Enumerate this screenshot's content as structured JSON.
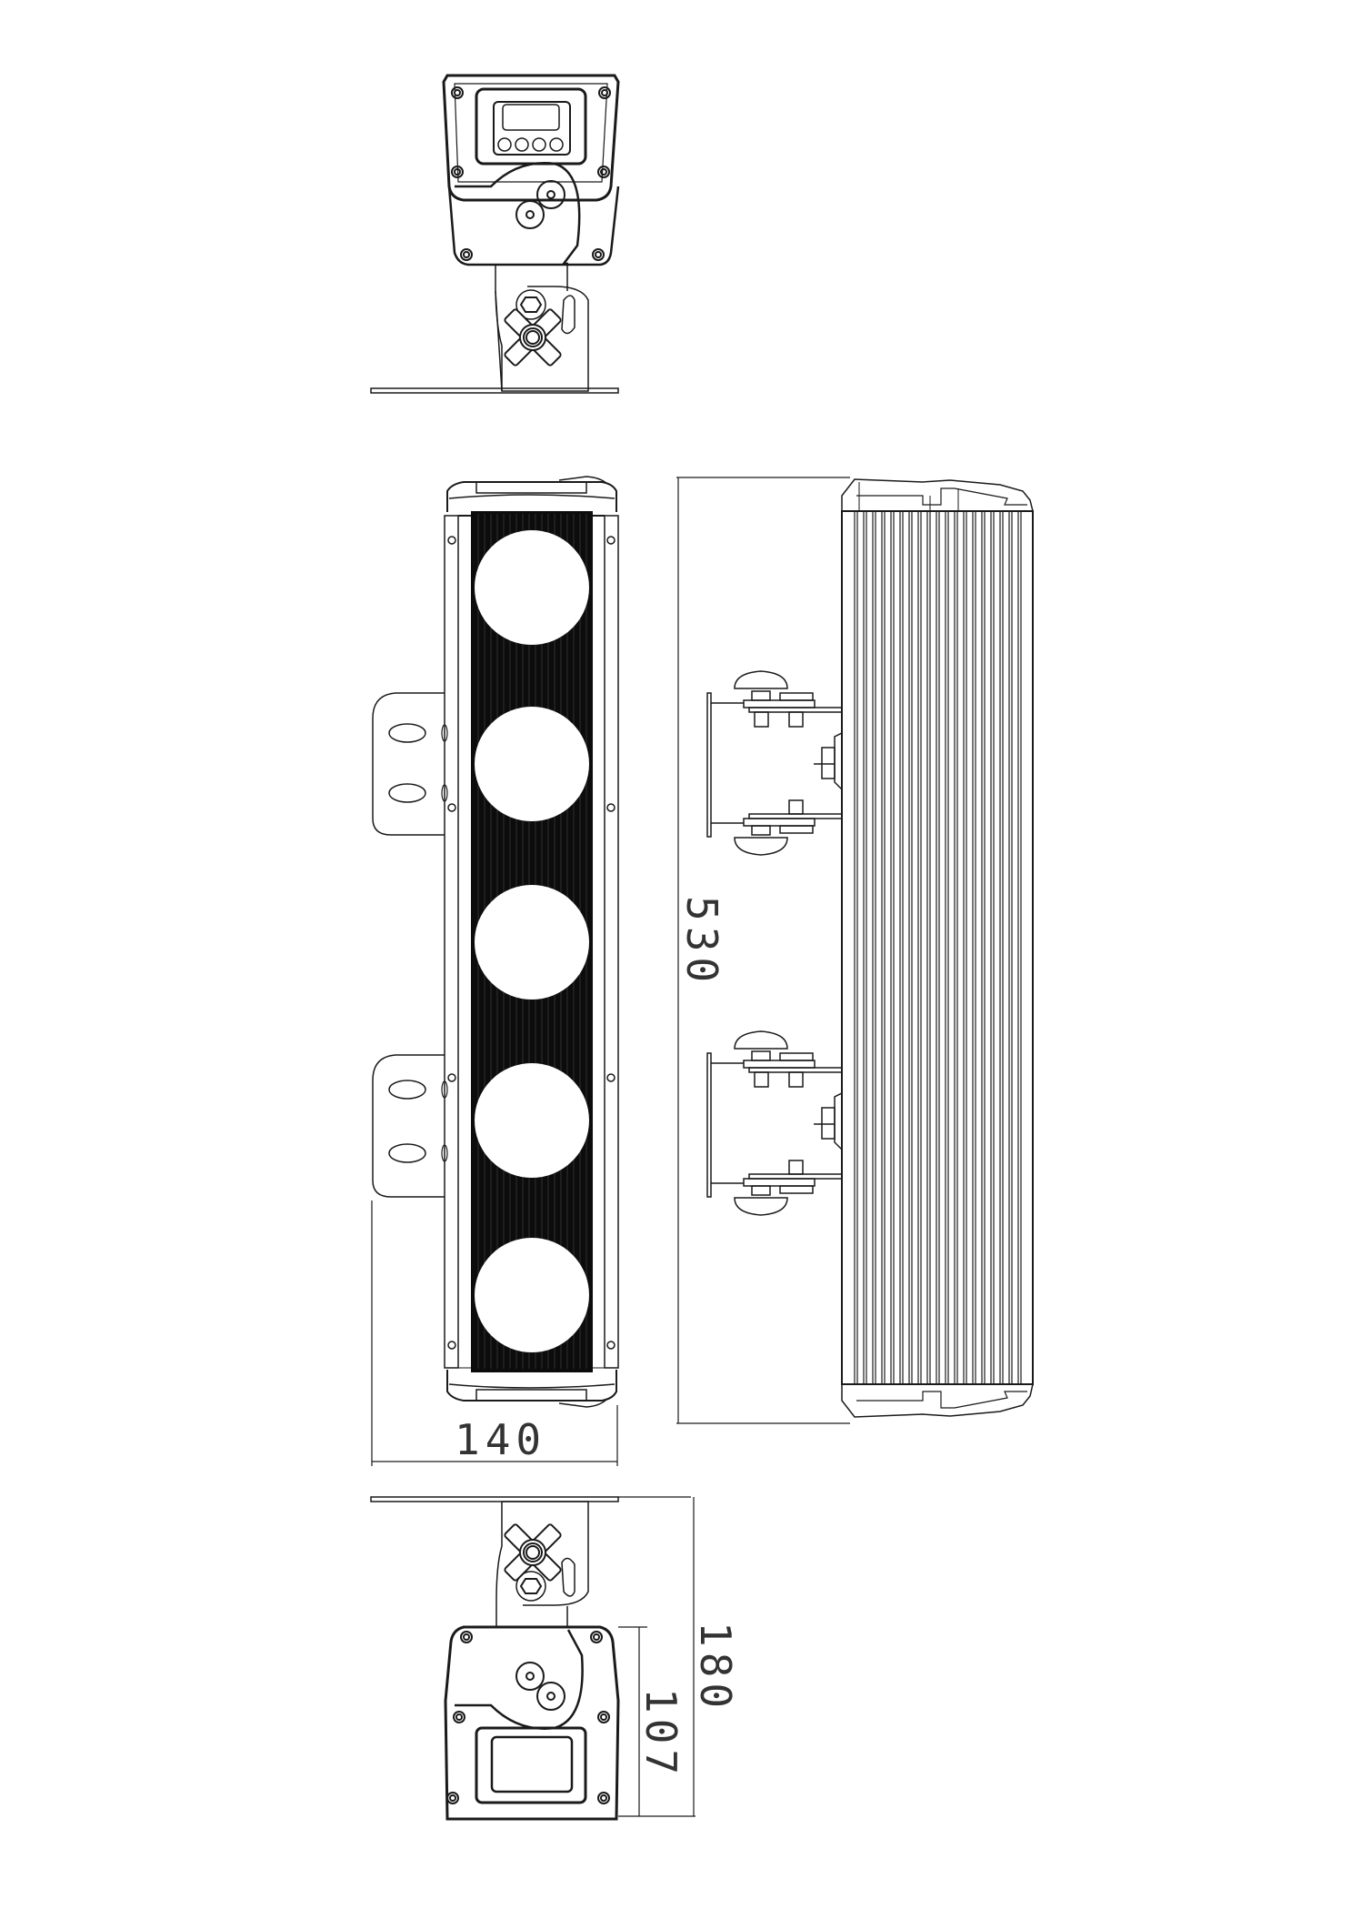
{
  "drawing": {
    "views": [
      {
        "id": "top-view",
        "label": "Top end view with control panel and mounting bracket"
      },
      {
        "id": "front-view",
        "label": "Front view with 5 LED lenses"
      },
      {
        "id": "side-view",
        "label": "Side view with heat sink fins and brackets"
      },
      {
        "id": "bottom-view",
        "label": "Bottom end view with mounting bracket"
      }
    ],
    "led_count": 5,
    "control_buttons": 4,
    "colors": {
      "line": "#1a1a1a",
      "panel_fill": "#0c0c0c",
      "background": "#ffffff"
    }
  },
  "dimensions": {
    "width": "140",
    "length": "530",
    "height_total": "180",
    "height_body": "107"
  }
}
